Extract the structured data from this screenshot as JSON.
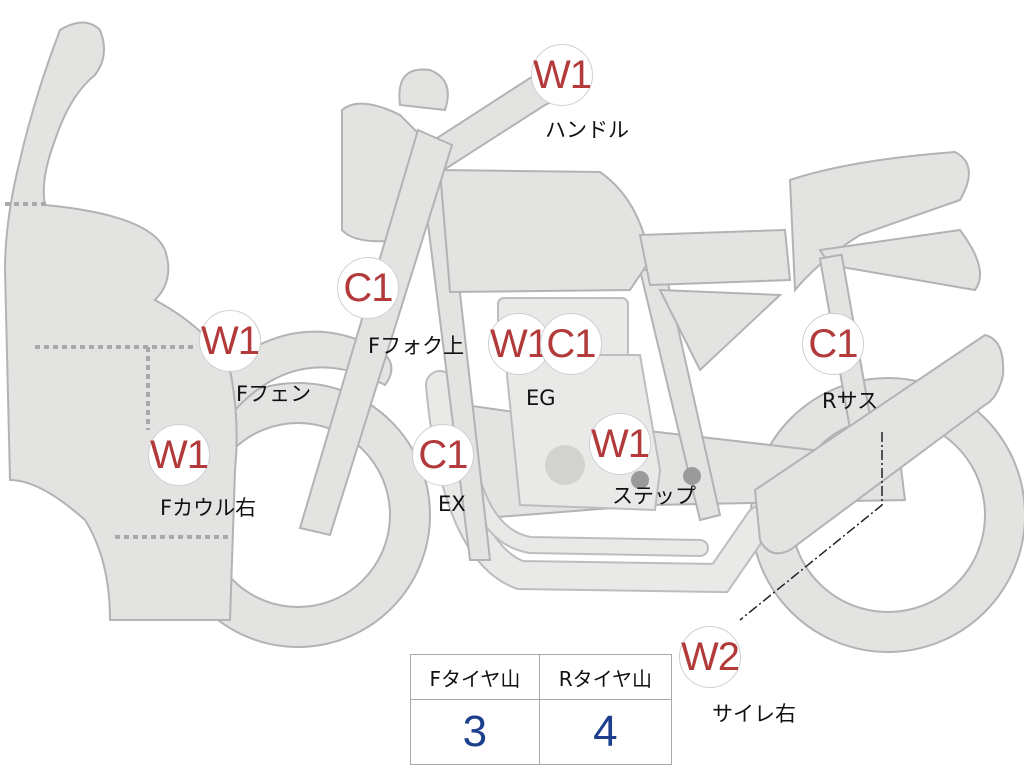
{
  "markers": [
    {
      "id": "handle",
      "code": "W1",
      "label": "ハンドル"
    },
    {
      "id": "f-fork-upper",
      "code": "C1",
      "label": "Fフォク上"
    },
    {
      "id": "f-fender",
      "code": "W1",
      "label": "Fフェン"
    },
    {
      "id": "f-cowl-right",
      "code": "W1",
      "label": "Fカウル右"
    },
    {
      "id": "eg-w",
      "code": "W1",
      "label": ""
    },
    {
      "id": "eg-c",
      "code": "C1",
      "label": "EG"
    },
    {
      "id": "ex",
      "code": "C1",
      "label": "EX"
    },
    {
      "id": "step",
      "code": "W1",
      "label": "ステップ"
    },
    {
      "id": "r-sus",
      "code": "C1",
      "label": "Rサス"
    },
    {
      "id": "silencer-right",
      "code": "W2",
      "label": "サイレ右"
    }
  ],
  "tire_table": {
    "headers": [
      "Fタイヤ山",
      "Rタイヤ山"
    ],
    "values": [
      "3",
      "4"
    ]
  },
  "colors": {
    "body_fill": "#e3e3e1",
    "outline": "#b3b3b3",
    "marker_text": "#b33a3a",
    "table_value": "#1d3f8c"
  }
}
